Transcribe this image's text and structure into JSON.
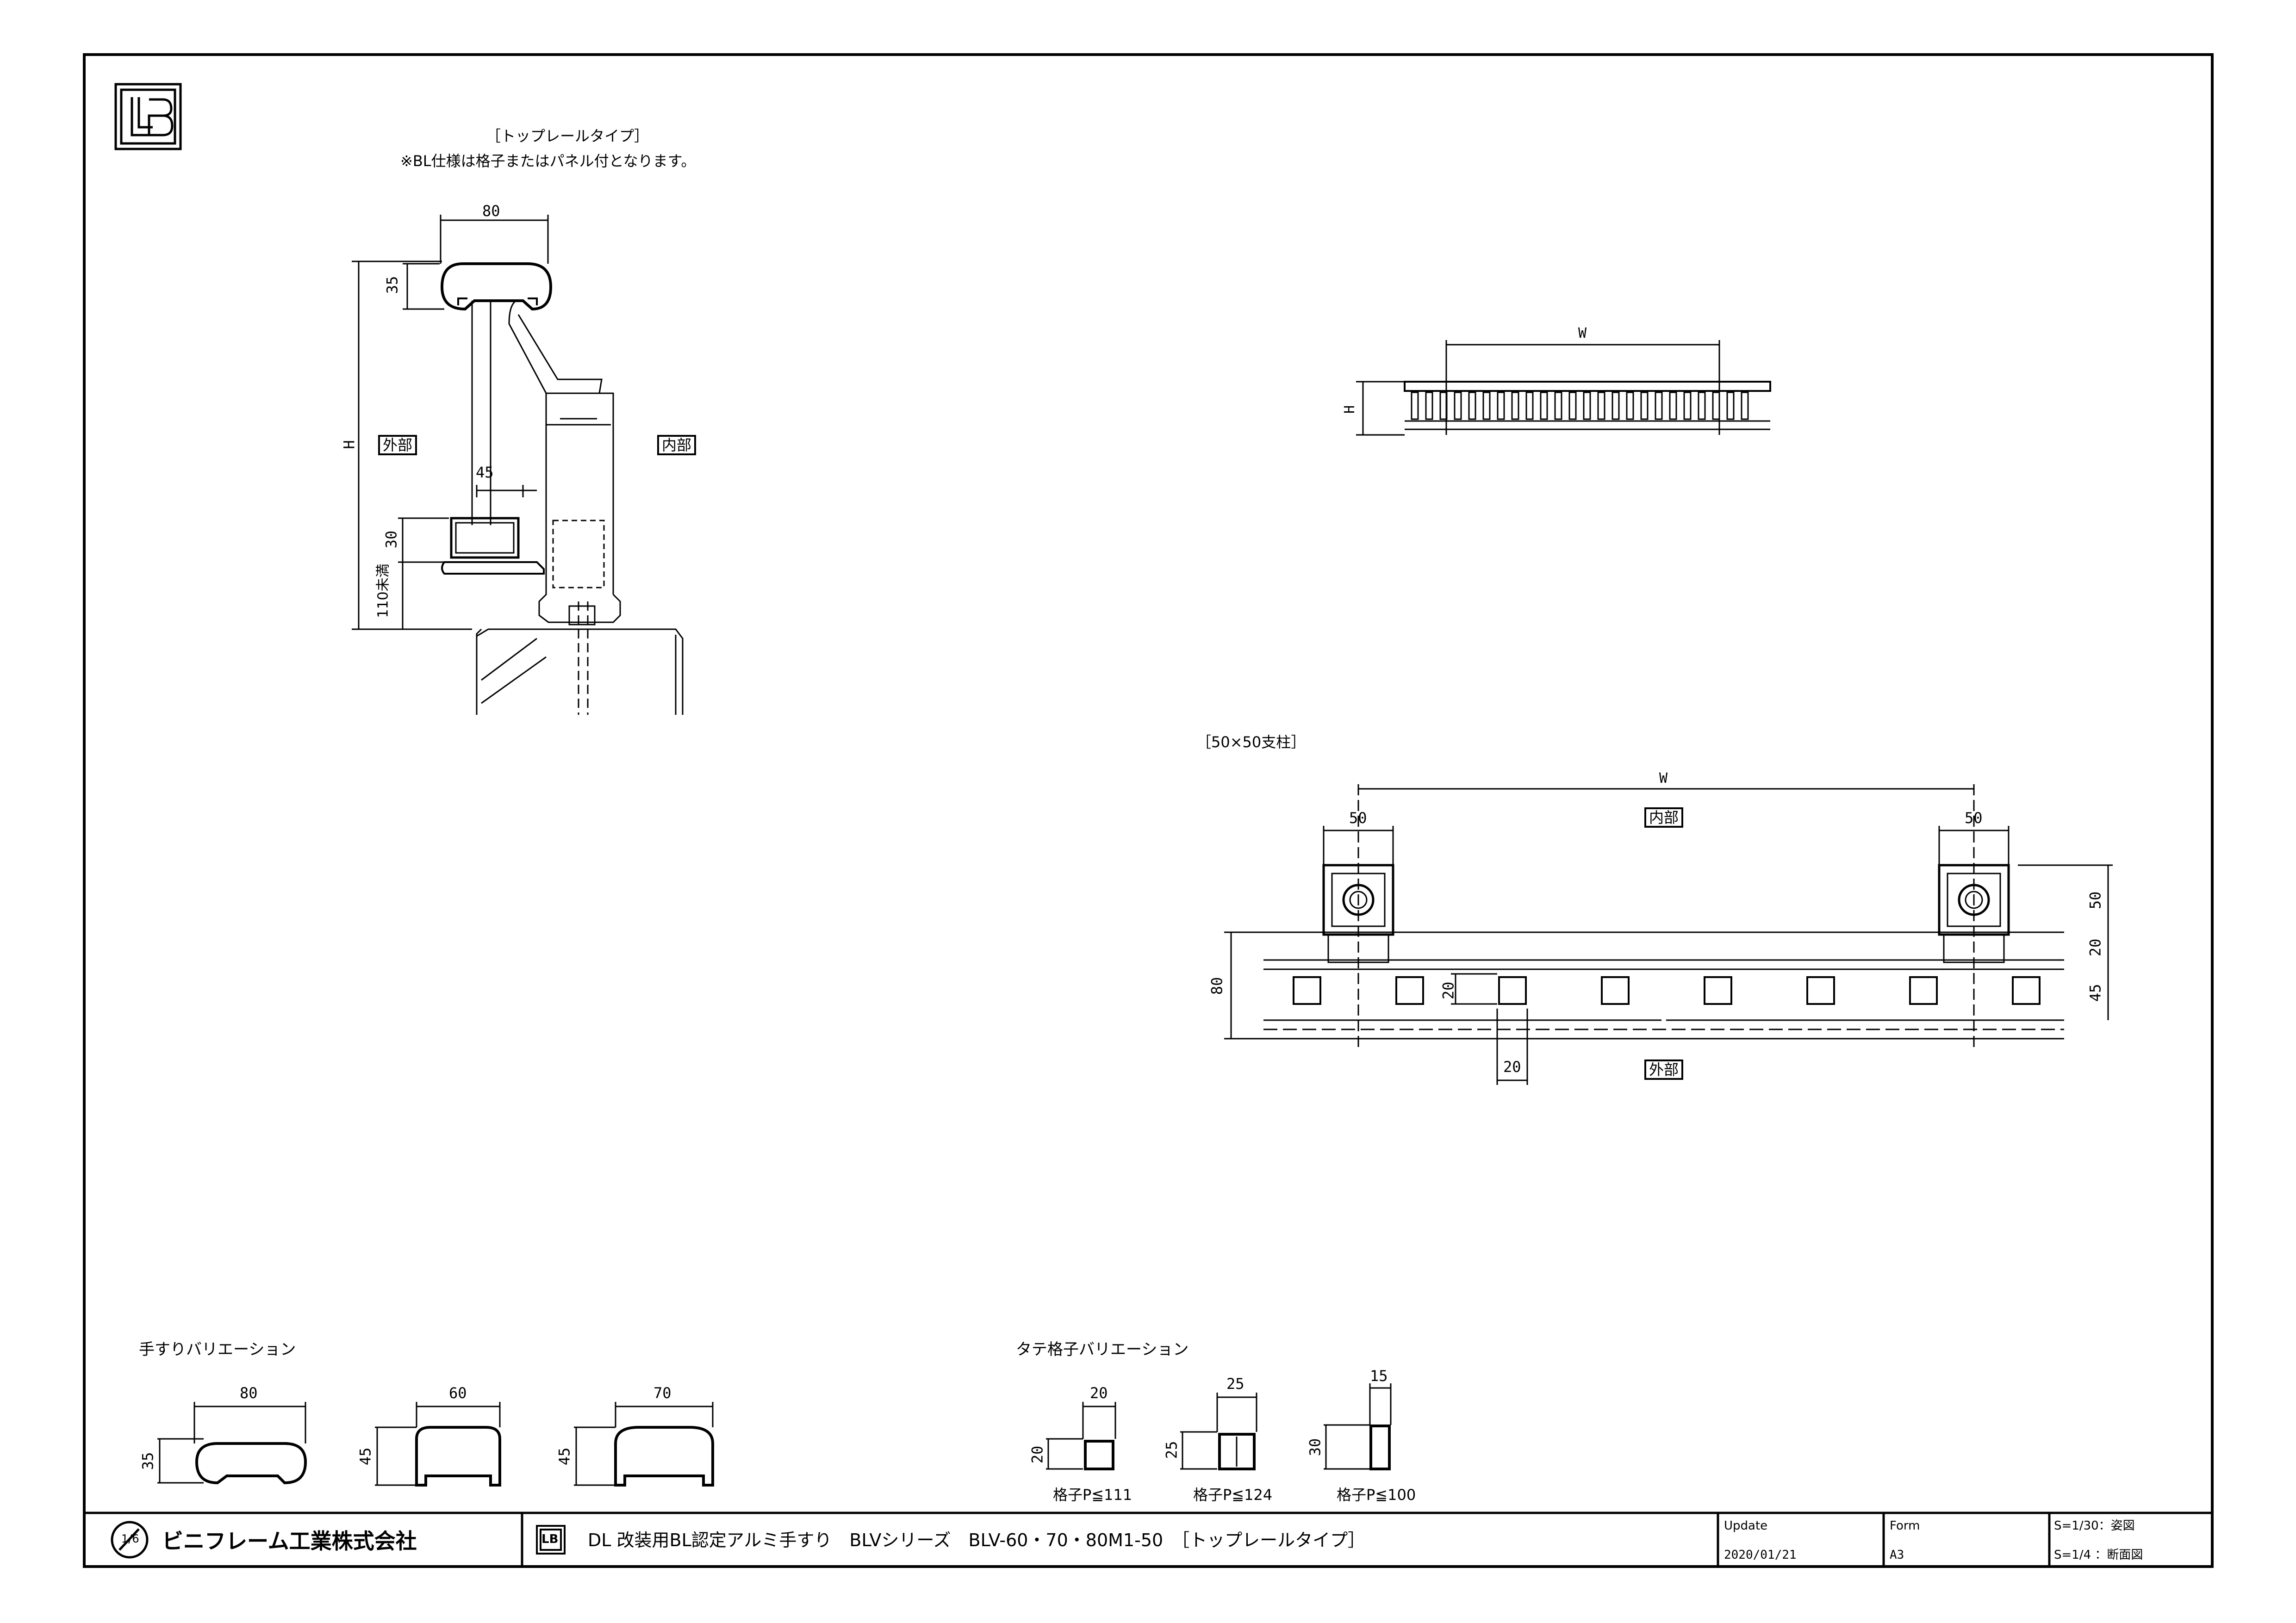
{
  "top_section": {
    "title": "［トップレールタイプ］",
    "note": "※BL仕様は格子またはパネル付となります。",
    "dims": {
      "width": "80",
      "rail_height": "35",
      "H": "H",
      "post_width": "45",
      "lower_rail": "30",
      "bottom_gap": "110未満"
    },
    "outside_label": "外部",
    "inside_label": "内部"
  },
  "elevation": {
    "width_label": "W",
    "height_label": "H"
  },
  "plan_section": {
    "title": "［50×50支柱］",
    "width_label": "W",
    "inside_label": "内部",
    "outside_label": "外部",
    "dims": {
      "post_left": "50",
      "post_right": "50",
      "post_depth": "50",
      "gap": "20",
      "rail_depth": "45",
      "total": "80",
      "bar_size": "20",
      "bar_gap": "20"
    }
  },
  "handrail_variations": {
    "title": "手すりバリエーション",
    "items": [
      {
        "width": "80",
        "height": "35"
      },
      {
        "width": "60",
        "height": "45"
      },
      {
        "width": "70",
        "height": "45"
      }
    ]
  },
  "bar_variations": {
    "title": "タテ格子バリエーション",
    "items": [
      {
        "width": "20",
        "height": "20",
        "pitch": "格子P≦111"
      },
      {
        "width": "25",
        "height": "25",
        "pitch": "格子P≦124"
      },
      {
        "width": "15",
        "height": "30",
        "pitch": "格子P≦100"
      }
    ]
  },
  "title_block": {
    "company_name": "ビニフレーム工業株式会社",
    "company_mark": "1/6",
    "logo": "LB",
    "drawing_title": "DL 改装用BL認定アルミ手すり　BLVシリーズ　BLV-60・70・80M1-50　［トップレールタイプ］",
    "update_label": "Update",
    "update_date": "2020/01/21",
    "form_label": "Form",
    "form_value": "A3",
    "scale_1": "S=1/30：姿図",
    "scale_2": "S=1/4 ：断面図"
  }
}
